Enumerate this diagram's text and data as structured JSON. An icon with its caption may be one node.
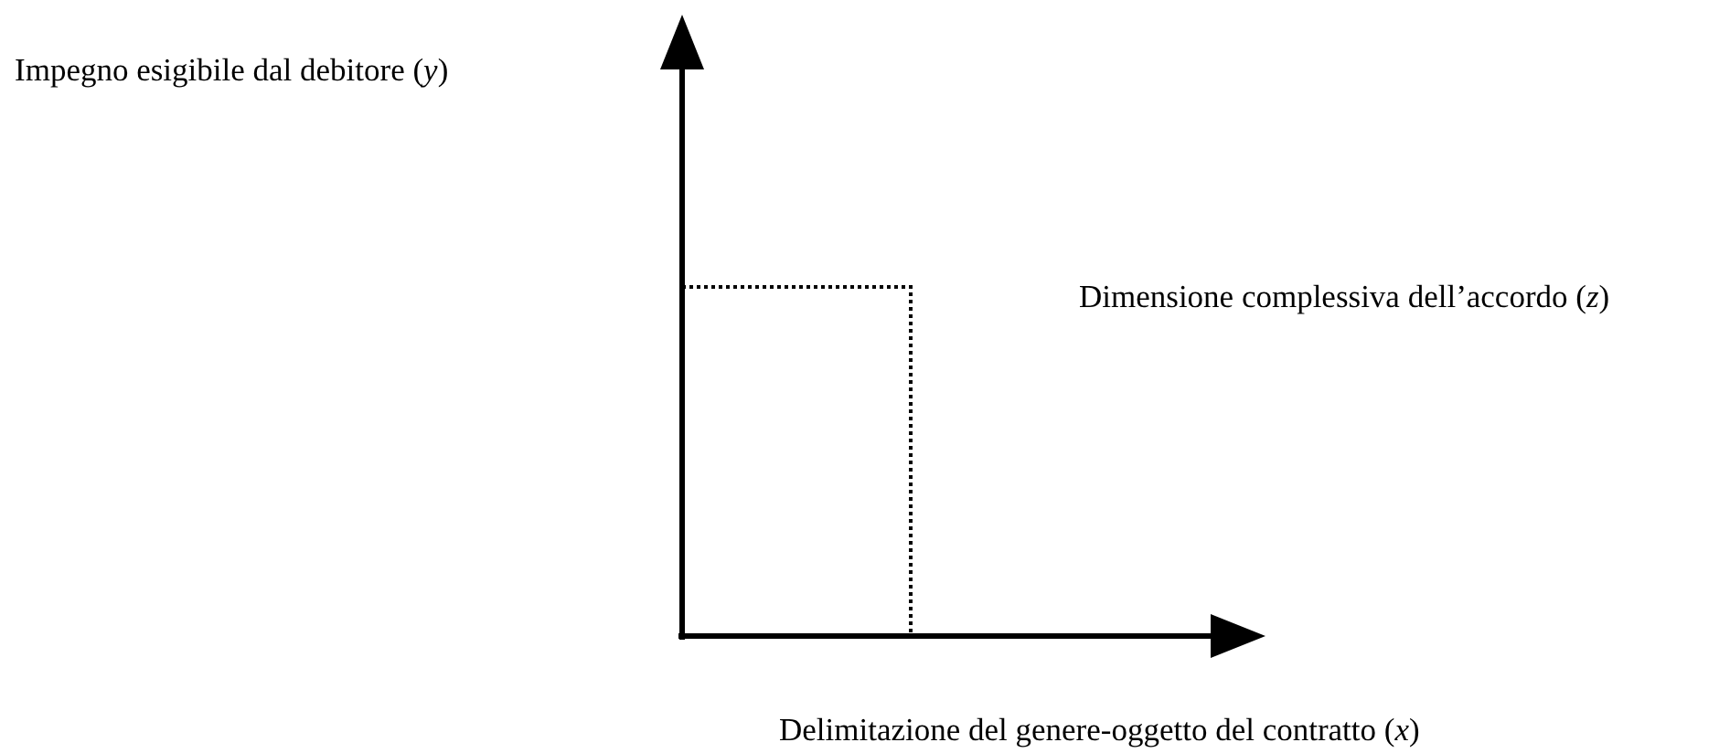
{
  "diagram": {
    "labels": [
      "Impegno esigibile dal debitore (*y*)",
      "Dimensione complessiva dell’accordo (*z*)",
      "Delimitazione del genere-oggetto del contratto (*x*)"
    ]
  }
}
